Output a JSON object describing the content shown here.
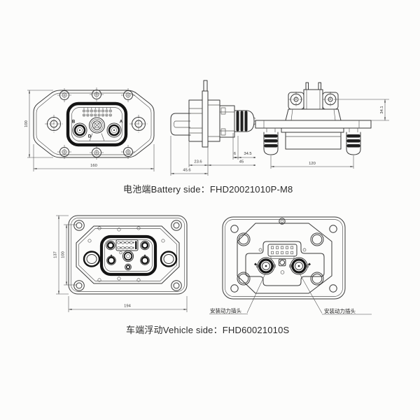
{
  "palette": {
    "background": "#fcfcfb",
    "line": "#3a3a3a",
    "heavy_line": "#141414",
    "text": "#2b2b2b"
  },
  "battery": {
    "caption": "电池端Battery side：FHD20021010P-M8",
    "front_view": {
      "dim_height": "100",
      "dim_width": "160",
      "terminal_b": "B",
      "terminal_d": "D",
      "terminal_a": "A"
    },
    "side_view": {
      "dim_pin": "6",
      "dim_boot": "34.5",
      "dim_front": "23.6",
      "dim_rear": "45",
      "dim_total": "45.6"
    },
    "rear_view": {
      "dim_width": "120",
      "dim_height": "34.1"
    }
  },
  "vehicle": {
    "caption": "车端浮动Vehicle side：FHD60021010S",
    "front_view": {
      "dim_outer_height": "137",
      "dim_inner_height": "100",
      "dim_width": "194"
    },
    "plug_view": {
      "annotation_left": "安装动力插头",
      "annotation_right": "安装动力插头"
    }
  }
}
